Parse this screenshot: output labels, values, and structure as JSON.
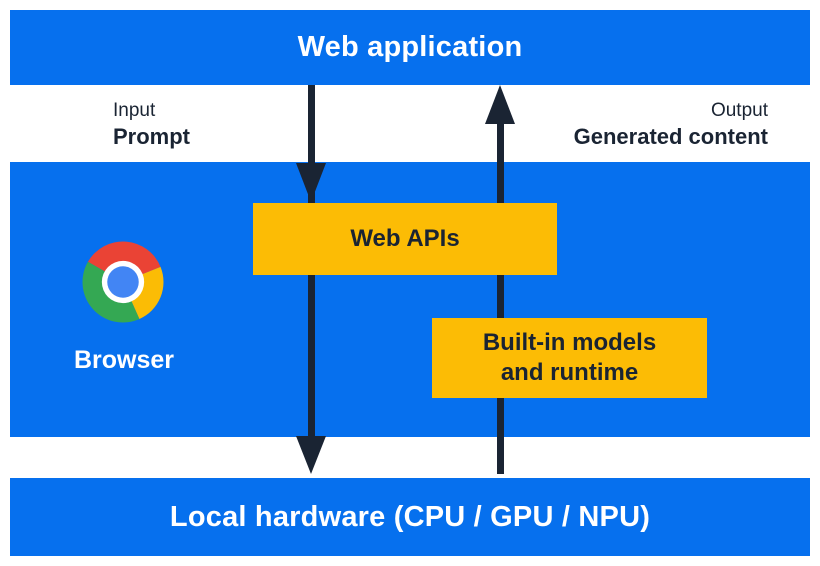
{
  "colors": {
    "blue": "#0670EE",
    "yellow": "#FCBC05",
    "navy": "#1A2433",
    "white": "#FFFFFF",
    "logo_red": "#EA4335",
    "logo_green": "#34A853",
    "logo_yellow": "#FBBC05",
    "logo_blue": "#4285F4"
  },
  "top_bar": {
    "label": "Web application"
  },
  "io_labels": {
    "input_caption": "Input",
    "input_label": "Prompt",
    "output_caption": "Output",
    "output_label": "Generated content"
  },
  "browser_section": {
    "browser_label": "Browser",
    "web_apis_label": "Web APIs",
    "builtin_line1": "Built-in models",
    "builtin_line2": "and runtime",
    "chrome_logo_icon": "chrome-logo"
  },
  "arrows": {
    "down_arrow": "input-flow",
    "up_arrow": "output-flow"
  },
  "bottom_bar": {
    "label": "Local hardware (CPU / GPU / NPU)"
  }
}
